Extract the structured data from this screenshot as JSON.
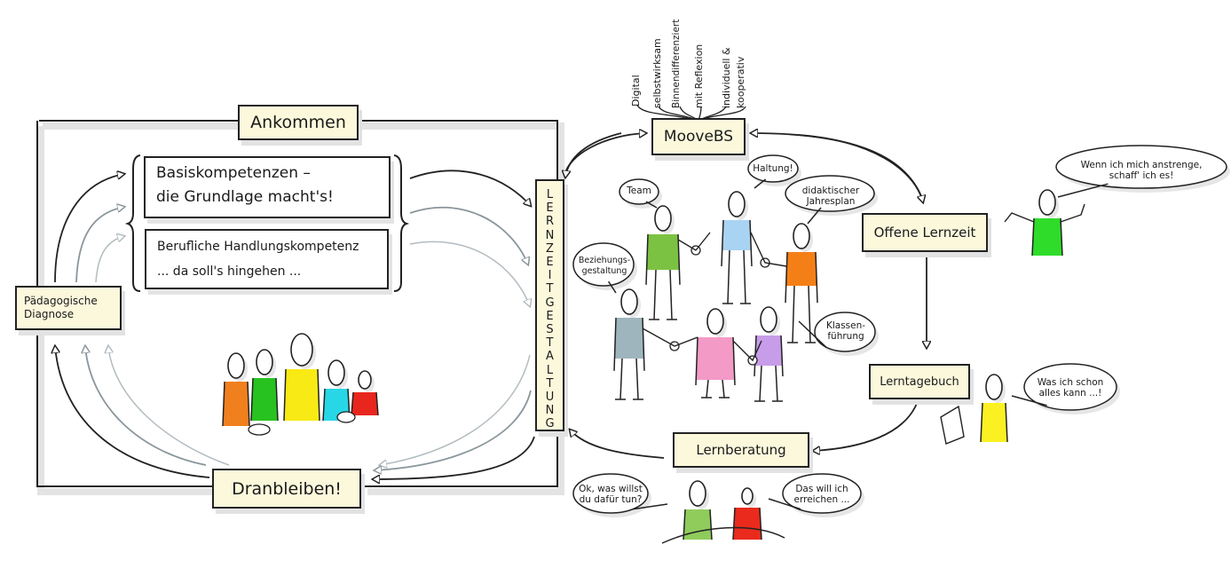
{
  "diagram": {
    "left_cycle": {
      "top_label": "Ankommen",
      "bottom_label": "Dranbleiben!",
      "side_label_line1": "Pädagogische",
      "side_label_line2": "Diagnose",
      "card_basis_line1": "Basiskompetenzen –",
      "card_basis_line2": "die Grundlage macht's!",
      "card_beruf_line1": "Berufliche Handlungskompetenz",
      "card_beruf_line2": "... da soll's hingehen ...",
      "group_figure_colors": [
        "#f07f1e",
        "#27c21f",
        "#f8ea14",
        "#28d7e6",
        "#e8261d"
      ]
    },
    "center_pillar": {
      "letters": [
        "L",
        "E",
        "R",
        "N",
        "Z",
        "E",
        "I",
        "T",
        "G",
        "E",
        "S",
        "T",
        "A",
        "L",
        "T",
        "U",
        "N",
        "G"
      ],
      "word": "LERNZEITGESTALTUNG"
    },
    "moove": {
      "label": "MooveBS",
      "attributes": [
        "Digital",
        "selbstwirksam",
        "Binnendifferenziert",
        "mit Reflexion",
        "individuell &",
        "kooperativ"
      ]
    },
    "team_circle": {
      "bubbles": {
        "team": "Team",
        "haltung": "Haltung!",
        "jahresplan_line1": "didaktischer",
        "jahresplan_line2": "Jahresplan",
        "beziehung_line1": "Beziehungs-",
        "beziehung_line2": "gestaltung",
        "klassen_line1": "Klassen-",
        "klassen_line2": "führung"
      },
      "figure_colors": {
        "green": "#7cc242",
        "blue": "#a9d3f2",
        "orange": "#f57f17",
        "grey": "#9fb5bd",
        "pink": "#f49ac7",
        "purple": "#c79ce8"
      }
    },
    "right_cycle": {
      "offene_lernzeit": "Offene Lernzeit",
      "lerntagebuch": "Lerntagebuch",
      "lernberatung": "Lernberatung",
      "quote_anstrengen_line1": "Wenn ich mich anstrenge,",
      "quote_anstrengen_line2": "schaff' ich es!",
      "quote_kann_line1": "Was ich schon",
      "quote_kann_line2": "alles kann ...!",
      "quote_tun_line1": "Ok, was willst",
      "quote_tun_line2": "du dafür tun?",
      "quote_erreichen_line1": "Das will ich",
      "quote_erreichen_line2": "erreichen ...",
      "colors": {
        "bright_green": "#2fdc2a",
        "yellow": "#fbf122",
        "light_green": "#8fcc5c",
        "red": "#ea2a1c"
      }
    }
  }
}
